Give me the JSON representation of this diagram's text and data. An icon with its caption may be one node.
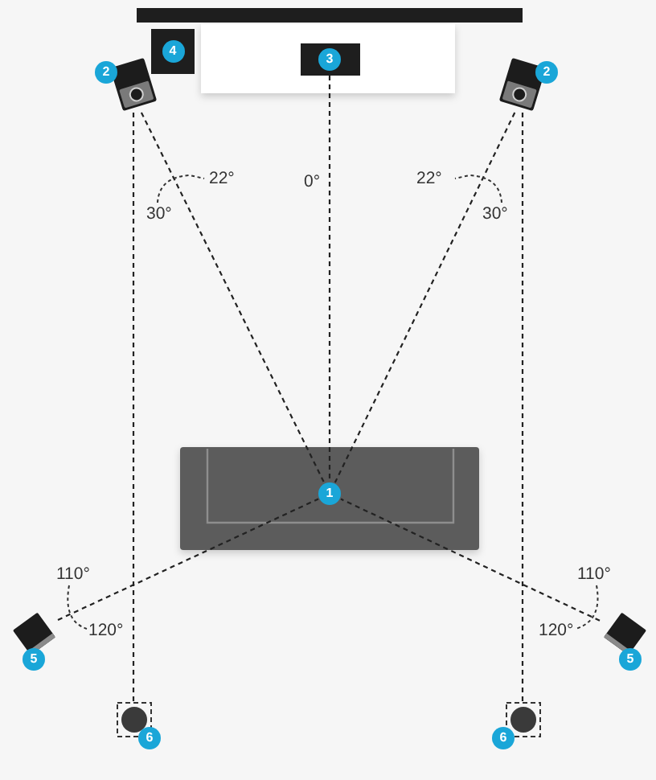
{
  "diagram": {
    "nodes": [
      {
        "text": [
          "4"
        ]
      },
      {
        "text": [
          "3"
        ]
      },
      {
        "text": [
          "2"
        ]
      },
      {
        "text": [
          "2"
        ]
      },
      {
        "text": [
          "1"
        ]
      },
      {
        "text": [
          "5"
        ]
      },
      {
        "text": [
          "5"
        ]
      },
      {
        "text": [
          "6"
        ]
      },
      {
        "text": [
          "6"
        ]
      }
    ],
    "edges": [
      {
        "from": 1,
        "to": 4,
        "arrow": "none",
        "style": "dashed"
      },
      {
        "from": 2,
        "to": 4,
        "arrow": "none",
        "style": "dashed"
      },
      {
        "from": 3,
        "to": 4,
        "arrow": "none",
        "style": "dashed"
      },
      {
        "from": 5,
        "to": 4,
        "arrow": "none",
        "style": "dashed"
      },
      {
        "from": 6,
        "to": 4,
        "arrow": "none",
        "style": "dashed"
      },
      {
        "from": 2,
        "to": 7,
        "arrow": "none",
        "style": "dashed"
      },
      {
        "from": 3,
        "to": 8,
        "arrow": "none",
        "style": "dashed"
      }
    ],
    "labels": [
      "22°",
      "0°",
      "22°",
      "30°",
      "30°",
      "110°",
      "110°",
      "120°",
      "120°"
    ]
  }
}
